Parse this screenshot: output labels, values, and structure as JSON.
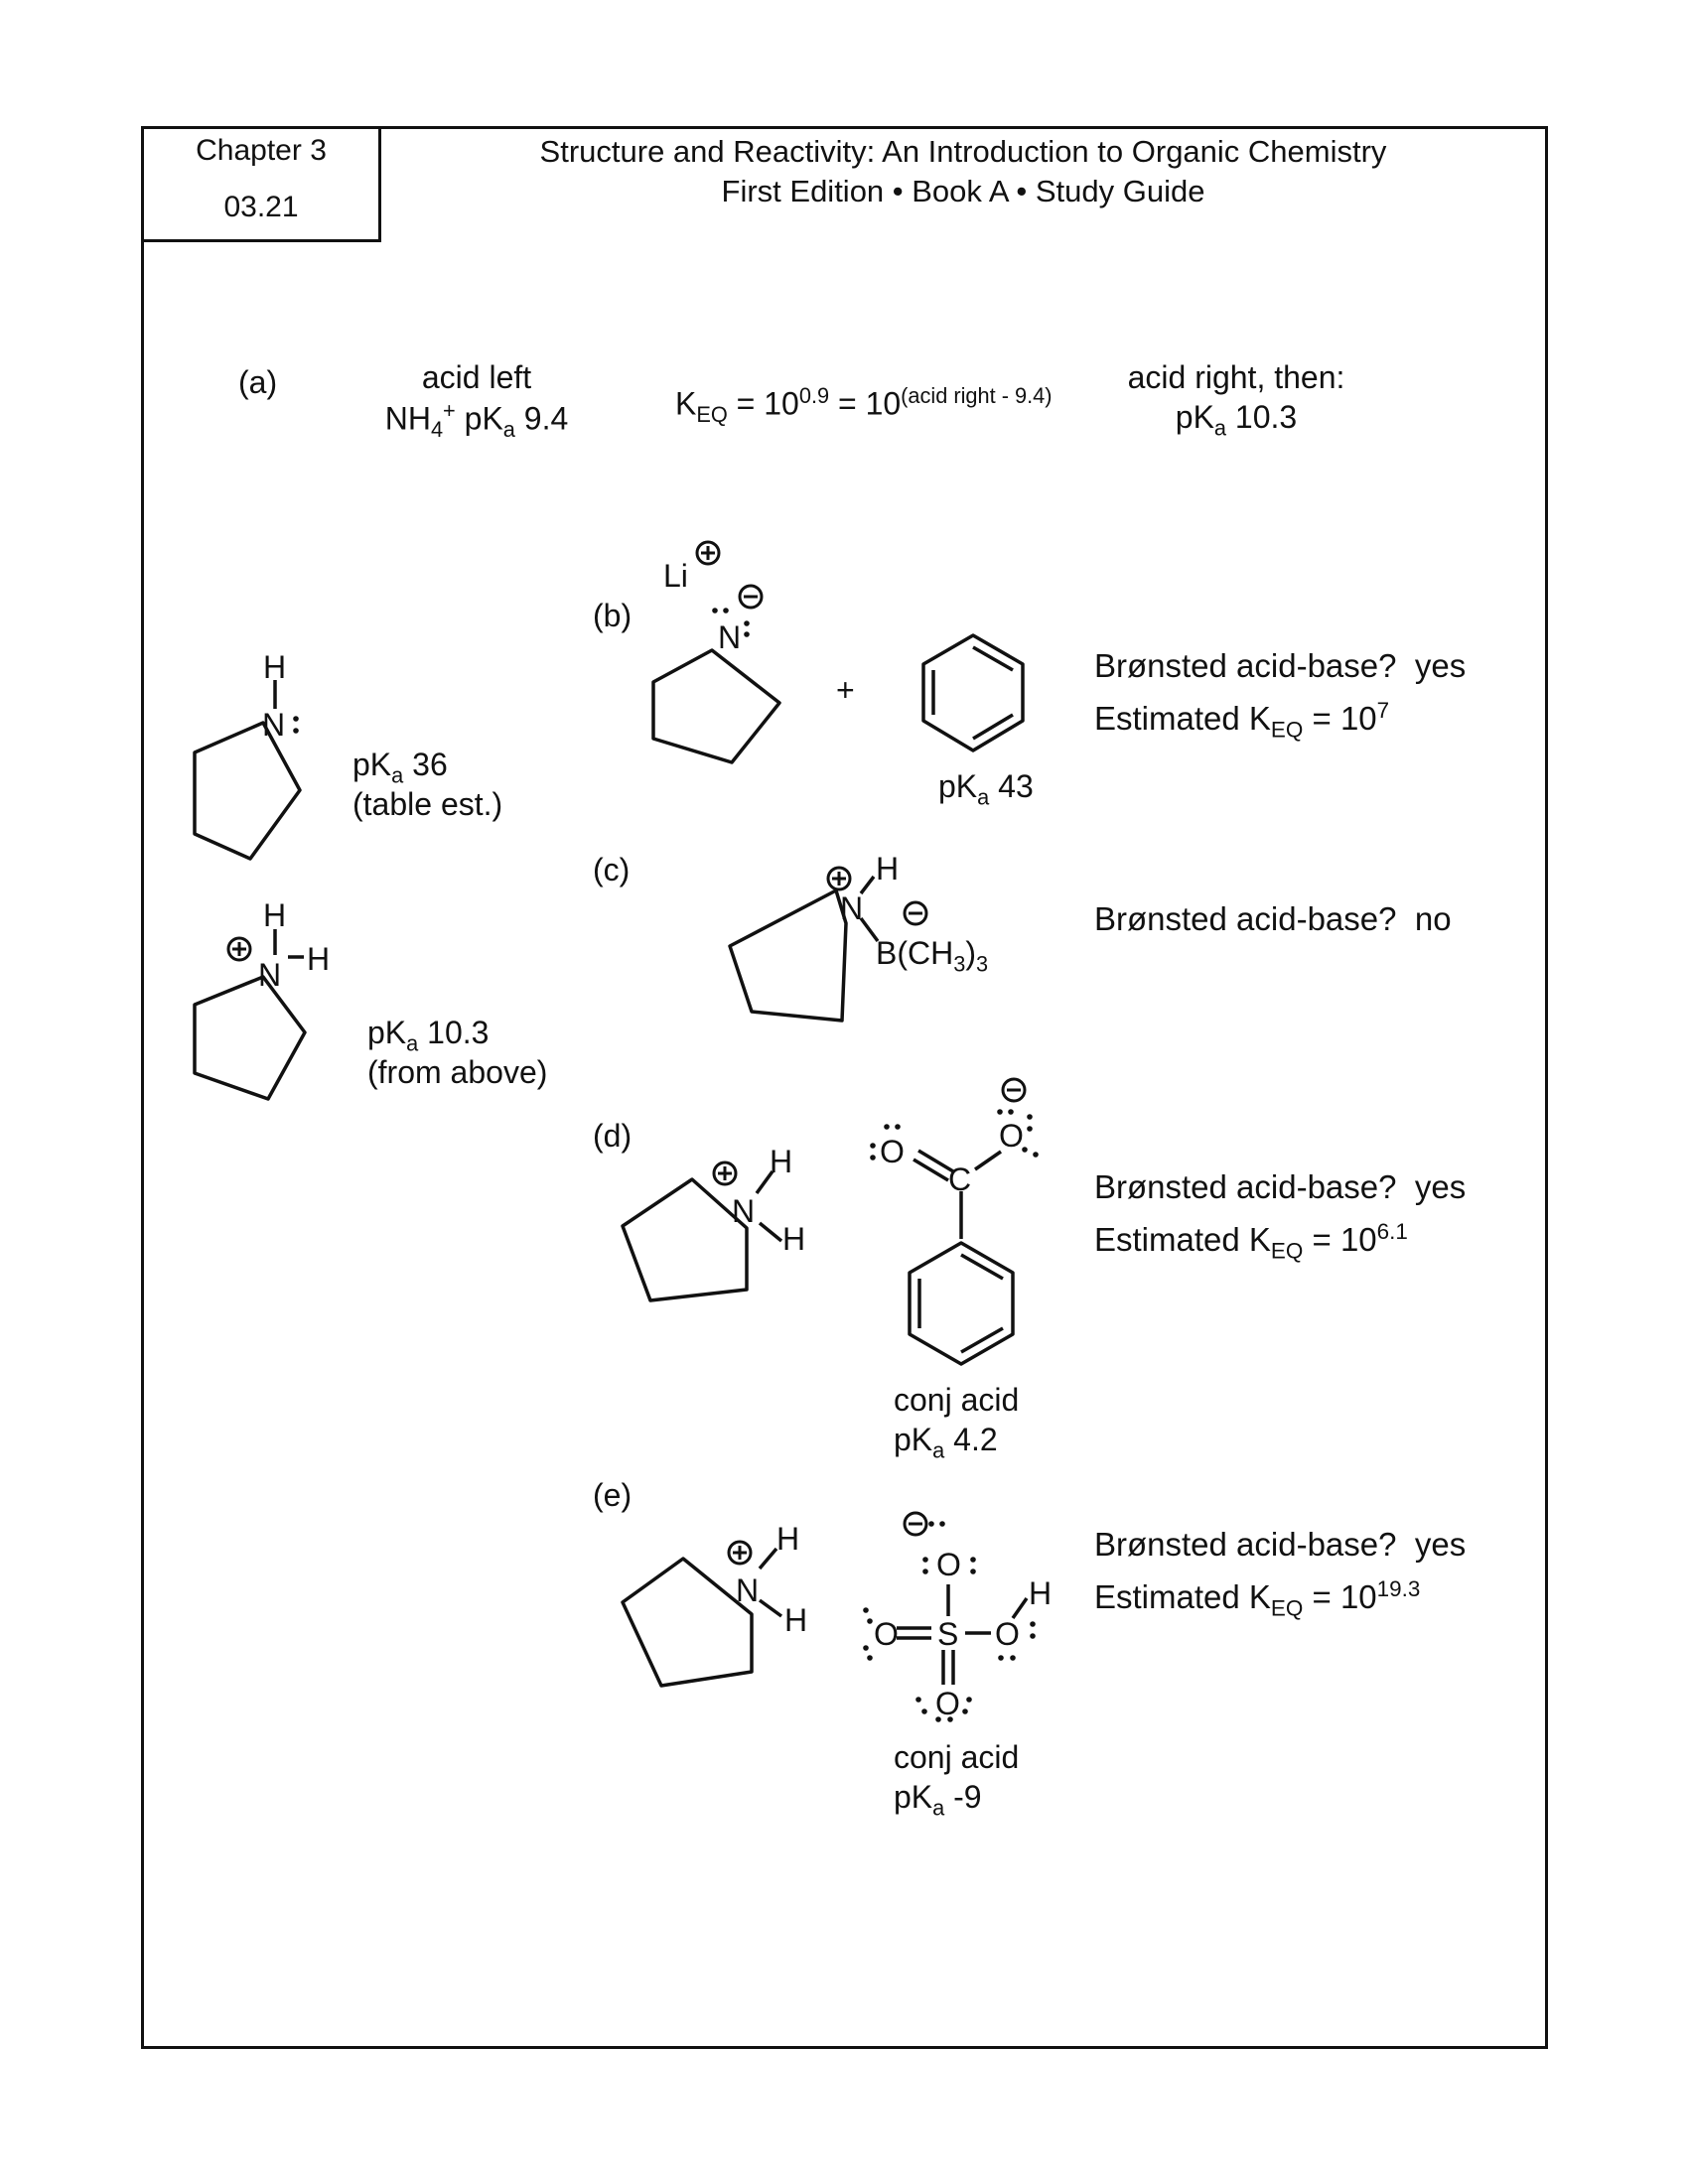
{
  "header": {
    "chapter": "Chapter 3",
    "problem": "03.21",
    "title": "Structure and Reactivity: An Introduction to Organic Chemistry",
    "subtitle": "First Edition • Book A • Study Guide"
  },
  "part_a": {
    "label": "(a)",
    "left_heading": "acid left",
    "left_species": "NH",
    "left_sub": "4",
    "left_sup": "+",
    "left_pka_prefix": "pK",
    "left_pka_sub": "a",
    "left_pka_value": "9.4",
    "keq_K": "K",
    "keq_sub": "EQ",
    "keq_eq1": "= 10",
    "keq_exp1": "0.9",
    "keq_eq2": "= 10",
    "keq_exp2": "(acid right - 9.4)",
    "right_heading": "acid right, then:",
    "right_pka_prefix": "pK",
    "right_pka_sub": "a",
    "right_pka_value": "10.3"
  },
  "left_column": {
    "amine_pka_prefix": "pK",
    "amine_pka_sub": "a",
    "amine_pka_value": "36",
    "amine_note": "(table est.)",
    "ammonium_pka_prefix": "pK",
    "ammonium_pka_sub": "a",
    "ammonium_pka_value": "10.3",
    "ammonium_note": "(from above)"
  },
  "part_b": {
    "label": "(b)",
    "plus": "+",
    "benzene_pka_prefix": "pK",
    "benzene_pka_sub": "a",
    "benzene_pka_value": "43",
    "q": "Brønsted acid-base?",
    "answer": "yes",
    "keq_prefix": "Estimated K",
    "keq_sub": "EQ",
    "keq_eq": "= 10",
    "keq_exp": "7"
  },
  "part_c": {
    "label": "(c)",
    "q": "Brønsted acid-base?",
    "answer": "no"
  },
  "part_d": {
    "label": "(d)",
    "conj_label": "conj acid",
    "pka_prefix": "pK",
    "pka_sub": "a",
    "pka_value": "4.2",
    "q": "Brønsted acid-base?",
    "answer": "yes",
    "keq_prefix": "Estimated K",
    "keq_sub": "EQ",
    "keq_eq": "= 10",
    "keq_exp": "6.1"
  },
  "part_e": {
    "label": "(e)",
    "conj_label": "conj acid",
    "pka_prefix": "pK",
    "pka_sub": "a",
    "pka_value": "-9",
    "q": "Brønsted acid-base?",
    "answer": "yes",
    "keq_prefix": "Estimated K",
    "keq_sub": "EQ",
    "keq_eq": "= 10",
    "keq_exp": "19.3"
  },
  "atoms": {
    "H": "H",
    "N": "N",
    "Li": "Li",
    "C": "C",
    "O": "O",
    "S": "S",
    "B_prefix": "B(CH",
    "B_sub1": "3",
    "B_close": ")",
    "B_sub2": "3",
    "plus_charge": "+",
    "minus_charge": "−"
  }
}
